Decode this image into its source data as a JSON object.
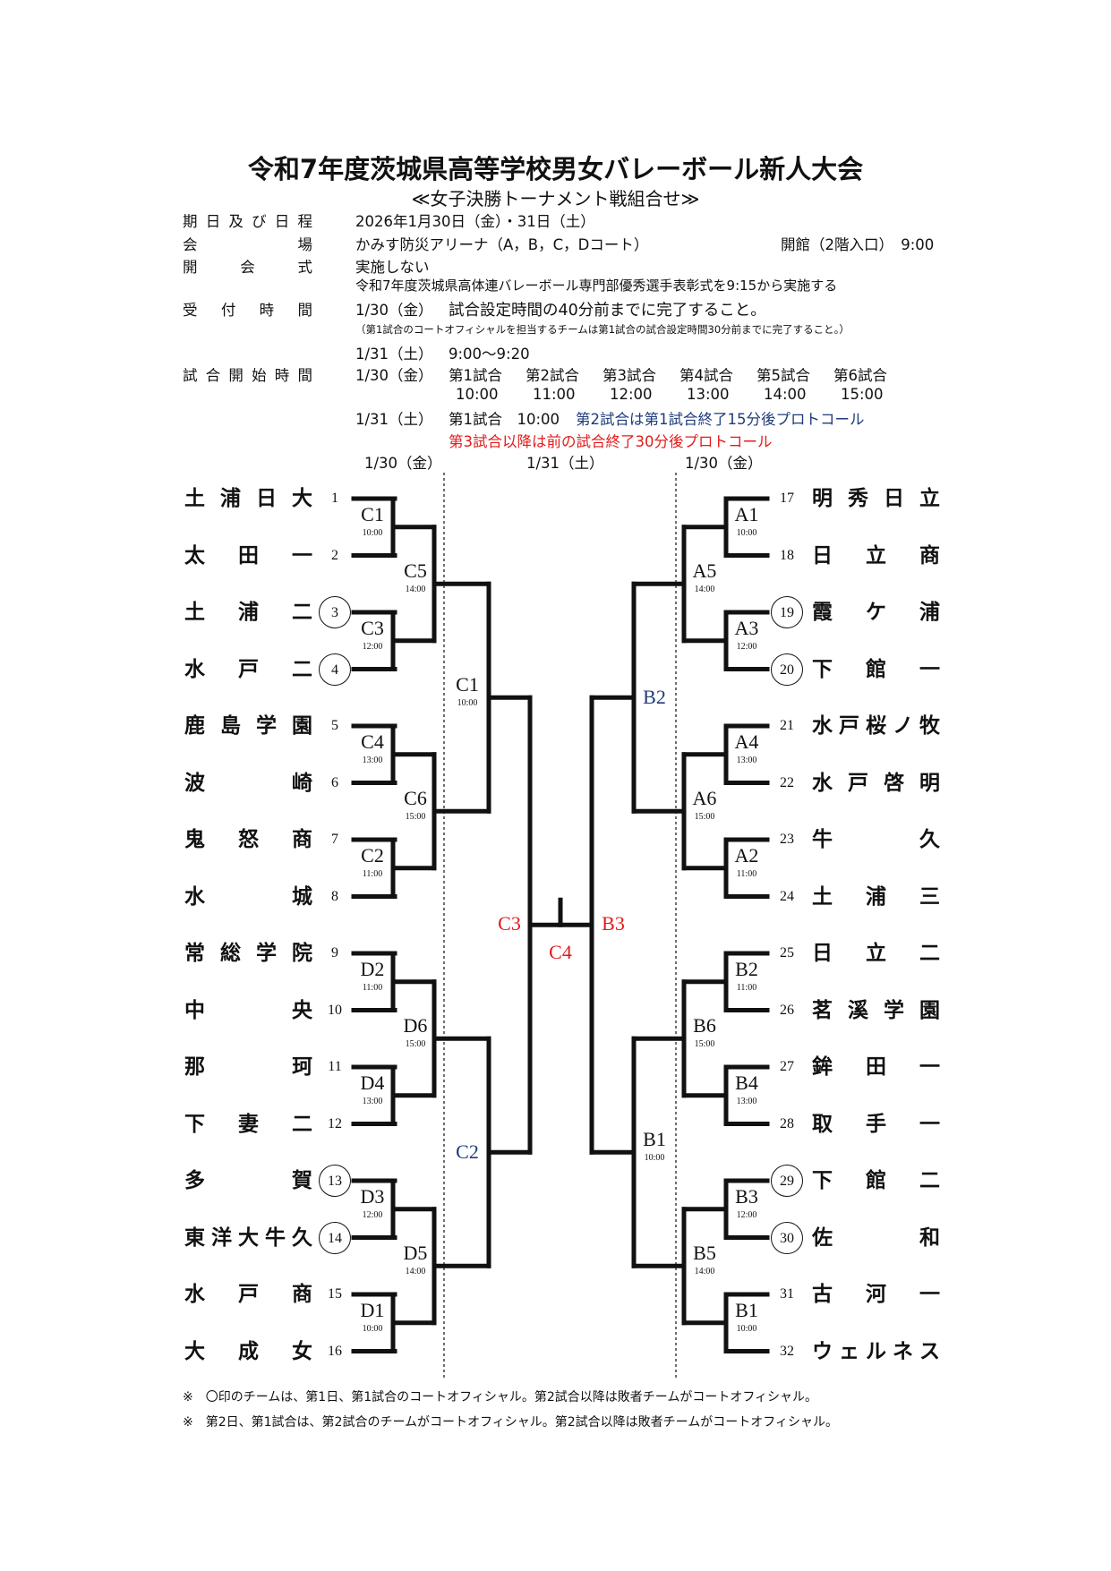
{
  "title": "令和7年度茨城県高等学校男女バレーボール新人大会",
  "subtitle": "≪女子決勝トーナメント戦組合せ≫",
  "info": {
    "dates_label": "期日及び日程",
    "dates": "2026年1月30日（金）・31日（土）",
    "venue_label": "会場",
    "venue": "かみす防災アリーナ（A，B，C，Dコート）",
    "opening": "開館（2階入口）　9:00",
    "ceremony_label": "開会式",
    "ceremony": "実施しない",
    "award": "令和7年度茨城県高体連バレーボール専門部優秀選手表彰式を9:15から実施する",
    "reception_label": "受付時間",
    "reception_day1": "1/30（金）",
    "reception_day1_text": "試合設定時間の40分前までに完了すること。",
    "reception_note": "（第1試合のコートオフィシャルを担当するチームは第1試合の試合設定時間30分前までに完了すること。）",
    "reception_day2": "1/31（土）",
    "reception_day2_text": "9:00～9:20",
    "start_label": "試合開始時間",
    "start_day1": "1/30（金）",
    "matches": [
      "第1試合",
      "第2試合",
      "第3試合",
      "第4試合",
      "第5試合",
      "第6試合"
    ],
    "times": [
      "10:00",
      "11:00",
      "12:00",
      "13:00",
      "14:00",
      "15:00"
    ],
    "start_day2": "1/31（土）",
    "start_day2_first": "第1試合　10:00",
    "start_day2_blue": "第2試合は第1試合終了15分後プロトコール",
    "start_day2_red": "第3試合以降は前の試合終了30分後プロトコール"
  },
  "day_headers": [
    "1/30（金）",
    "1/31（土）",
    "1/30（金）"
  ],
  "colors": {
    "blue": "#1d3b7a",
    "red": "#e21b1b",
    "line": "#111111"
  },
  "left_teams": [
    {
      "num": "1",
      "name": "土浦日大",
      "circled": false
    },
    {
      "num": "2",
      "name": "太田一",
      "circled": false
    },
    {
      "num": "3",
      "name": "土浦二",
      "circled": true
    },
    {
      "num": "4",
      "name": "水戸二",
      "circled": true
    },
    {
      "num": "5",
      "name": "鹿島学園",
      "circled": false
    },
    {
      "num": "6",
      "name": "波崎",
      "circled": false
    },
    {
      "num": "7",
      "name": "鬼怒商",
      "circled": false
    },
    {
      "num": "8",
      "name": "水城",
      "circled": false
    },
    {
      "num": "9",
      "name": "常総学院",
      "circled": false
    },
    {
      "num": "10",
      "name": "中央",
      "circled": false
    },
    {
      "num": "11",
      "name": "那珂",
      "circled": false
    },
    {
      "num": "12",
      "name": "下妻二",
      "circled": false
    },
    {
      "num": "13",
      "name": "多賀",
      "circled": true
    },
    {
      "num": "14",
      "name": "東洋大牛久",
      "circled": true
    },
    {
      "num": "15",
      "name": "水戸商",
      "circled": false
    },
    {
      "num": "16",
      "name": "大成女",
      "circled": false
    }
  ],
  "right_teams": [
    {
      "num": "17",
      "name": "明秀日立",
      "circled": false
    },
    {
      "num": "18",
      "name": "日立商",
      "circled": false
    },
    {
      "num": "19",
      "name": "霞ケ浦",
      "circled": true
    },
    {
      "num": "20",
      "name": "下館一",
      "circled": true
    },
    {
      "num": "21",
      "name": "水戸桜ノ牧",
      "circled": false
    },
    {
      "num": "22",
      "name": "水戸啓明",
      "circled": false
    },
    {
      "num": "23",
      "name": "牛久",
      "circled": false
    },
    {
      "num": "24",
      "name": "土浦三",
      "circled": false
    },
    {
      "num": "25",
      "name": "日立二",
      "circled": false
    },
    {
      "num": "26",
      "name": "茗溪学園",
      "circled": false
    },
    {
      "num": "27",
      "name": "鉾田一",
      "circled": false
    },
    {
      "num": "28",
      "name": "取手一",
      "circled": false
    },
    {
      "num": "29",
      "name": "下館二",
      "circled": true
    },
    {
      "num": "30",
      "name": "佐和",
      "circled": true
    },
    {
      "num": "31",
      "name": "古河一",
      "circled": false
    },
    {
      "num": "32",
      "name": "ウェルネス",
      "circled": false
    }
  ],
  "left_matches": [
    [
      {
        "label": "C1",
        "time": "10:00"
      },
      {
        "label": "C3",
        "time": "12:00"
      },
      {
        "label": "C4",
        "time": "13:00"
      },
      {
        "label": "C2",
        "time": "11:00"
      },
      {
        "label": "D2",
        "time": "11:00"
      },
      {
        "label": "D4",
        "time": "13:00"
      },
      {
        "label": "D3",
        "time": "12:00"
      },
      {
        "label": "D1",
        "time": "10:00"
      }
    ],
    [
      {
        "label": "C5",
        "time": "14:00"
      },
      {
        "label": "C6",
        "time": "15:00"
      },
      {
        "label": "D6",
        "time": "15:00"
      },
      {
        "label": "D5",
        "time": "14:00"
      }
    ],
    [
      {
        "label": "C1",
        "time": "10:00",
        "color": "black"
      },
      {
        "label": "C2",
        "time": "",
        "color": "blue"
      }
    ]
  ],
  "right_matches": [
    [
      {
        "label": "A1",
        "time": "10:00"
      },
      {
        "label": "A3",
        "time": "12:00"
      },
      {
        "label": "A4",
        "time": "13:00"
      },
      {
        "label": "A2",
        "time": "11:00"
      },
      {
        "label": "B2",
        "time": "11:00"
      },
      {
        "label": "B4",
        "time": "13:00"
      },
      {
        "label": "B3",
        "time": "12:00"
      },
      {
        "label": "B1",
        "time": "10:00"
      }
    ],
    [
      {
        "label": "A5",
        "time": "14:00"
      },
      {
        "label": "A6",
        "time": "15:00"
      },
      {
        "label": "B6",
        "time": "15:00"
      },
      {
        "label": "B5",
        "time": "14:00"
      }
    ],
    [
      {
        "label": "B2",
        "time": "",
        "color": "blue"
      },
      {
        "label": "B1",
        "time": "10:00",
        "color": "black"
      }
    ]
  ],
  "final": {
    "left": "C3",
    "right": "B3",
    "center": "C4"
  },
  "notes": [
    "※　〇印のチームは、第1日、第1試合のコートオフィシャル。第2試合以降は敗者チームがコートオフィシャル。",
    "※　第2日、第1試合は、第2試合のチームがコートオフィシャル。第2試合以降は敗者チームがコートオフィシャル。"
  ]
}
